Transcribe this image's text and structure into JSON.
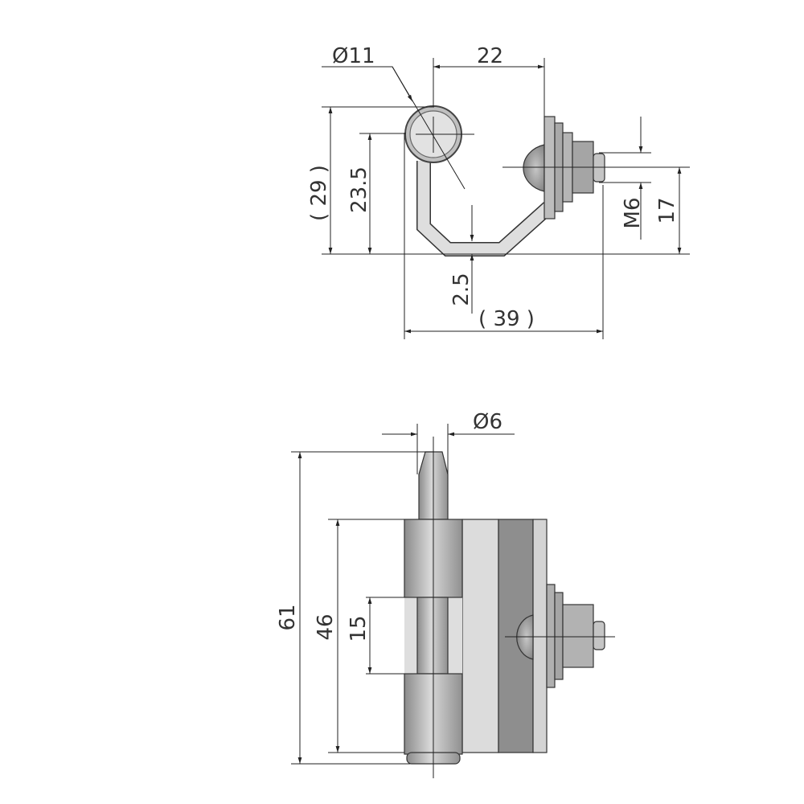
{
  "top_view": {
    "diameter_label": "Ø11",
    "width_22": "22",
    "height_29": "( 29 )",
    "height_23_5": "23.5",
    "thread": "M6",
    "height_17": "17",
    "thickness_2_5": "2.5",
    "width_39": "( 39 )"
  },
  "front_view": {
    "pin_diameter": "Ø6",
    "height_61": "61",
    "height_46": "46",
    "gap_15": "15"
  },
  "colors": {
    "metal_light": "#d9d9d9",
    "metal_mid": "#b5b5b5",
    "metal_dark": "#8f8f8f",
    "line": "#222222"
  }
}
